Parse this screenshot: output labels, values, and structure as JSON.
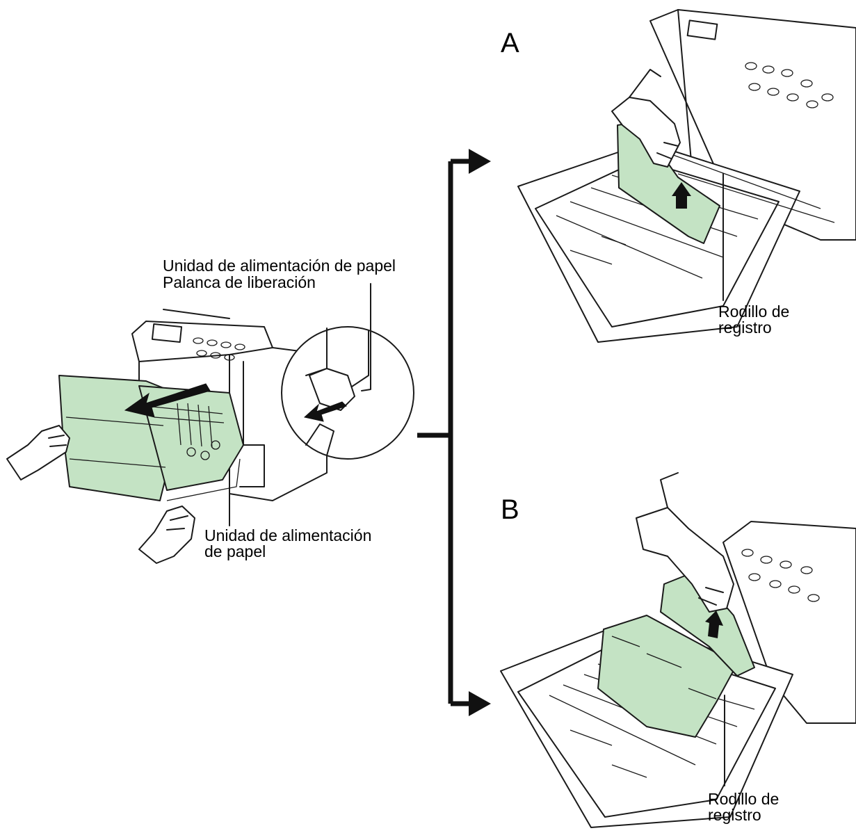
{
  "colors": {
    "highlight": "#c4e3c4",
    "ink": "#1a1a1a",
    "paper": "#ffffff"
  },
  "labels": {
    "feed_unit_release_line1": "Unidad de alimentación de papel",
    "feed_unit_release_line2": "Palanca de liberación",
    "feed_unit_line1": "Unidad de alimentación",
    "feed_unit_line2": "de papel",
    "case_a": "A",
    "case_b": "B",
    "roller_a_line1": "Rodillo de",
    "roller_a_line2": "registro",
    "roller_b_line1": "Rodillo de",
    "roller_b_line2": "registro"
  },
  "icons": [
    "pull-arrow-icon",
    "lever-arrow-icon",
    "lift-arrow-icon",
    "branch-arrow-icon",
    "hand-icon"
  ]
}
